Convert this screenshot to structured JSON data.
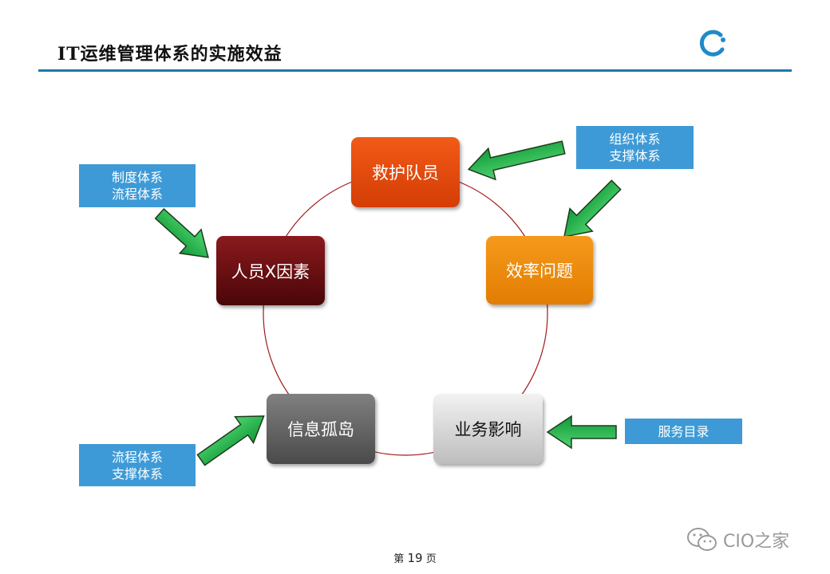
{
  "title": "IT运维管理体系的实施效益",
  "nodes": {
    "top": "救护队员",
    "right": "效率问题",
    "bottom_right": "业务影响",
    "bottom_left": "信息孤岛",
    "left": "人员X因素"
  },
  "labels": {
    "top_right": [
      "组织体系",
      "支撑体系"
    ],
    "top_left": [
      "制度体系",
      "流程体系"
    ],
    "right": [
      "服务目录"
    ],
    "bottom_left": [
      "流程体系",
      "支撑体系"
    ]
  },
  "page": {
    "prefix": "第",
    "number": "19",
    "suffix": "页"
  },
  "watermark": "CIO之家",
  "colors": {
    "accent_rule": "#1f77a8",
    "label_box": "#3d9ad6",
    "node_top": "#e84c0c",
    "node_right": "#ef8b0a",
    "node_bottom_right": "#c9c9c9",
    "node_bottom_left": "#5f5f5f",
    "node_left": "#6b0f12",
    "arrow_green": "#21b24b",
    "cycle_line": "#a11a1a"
  }
}
